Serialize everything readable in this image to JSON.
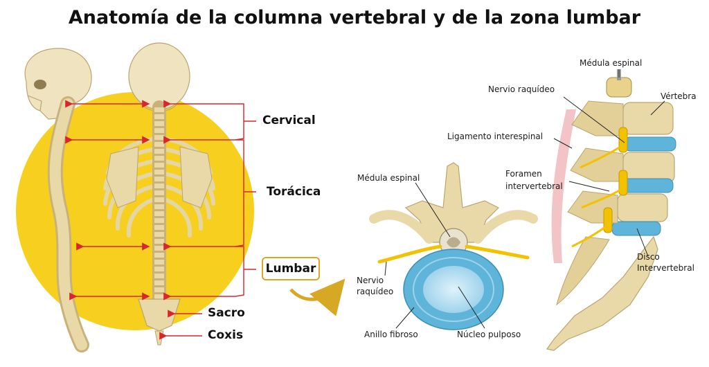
{
  "title": "Anatomía de la columna vertebral y de la zona lumbar",
  "regions": {
    "cervical": "Cervical",
    "thoracic": "Torácica",
    "lumbar": "Lumbar",
    "sacrum": "Sacro",
    "coccyx": "Coxis"
  },
  "cross_section_labels": {
    "spinal_cord": "Médula espinal",
    "spinal_nerve_line1": "Nervio",
    "spinal_nerve_line2": "raquídeo",
    "annulus": "Anillo fibroso",
    "nucleus": "Núcleo pulposo"
  },
  "lateral_labels": {
    "spinal_cord": "Médula espinal",
    "spinal_nerve": "Nervio raquídeo",
    "vertebra": "Vértebra",
    "ligament": "Ligamento interespinal",
    "foramen_line1": "Foramen",
    "foramen_line2": "intervertebral",
    "disc_line1": "Disco",
    "disc_line2": "Intervertebral"
  },
  "colors": {
    "accent_yellow": "#f7cf1f",
    "arrow_red": "#d8262f",
    "bone": "#ead9a8",
    "disc_blue": "#5fb4d9",
    "nerve_yellow": "#f2c200",
    "callout_gold": "#d7a823"
  }
}
